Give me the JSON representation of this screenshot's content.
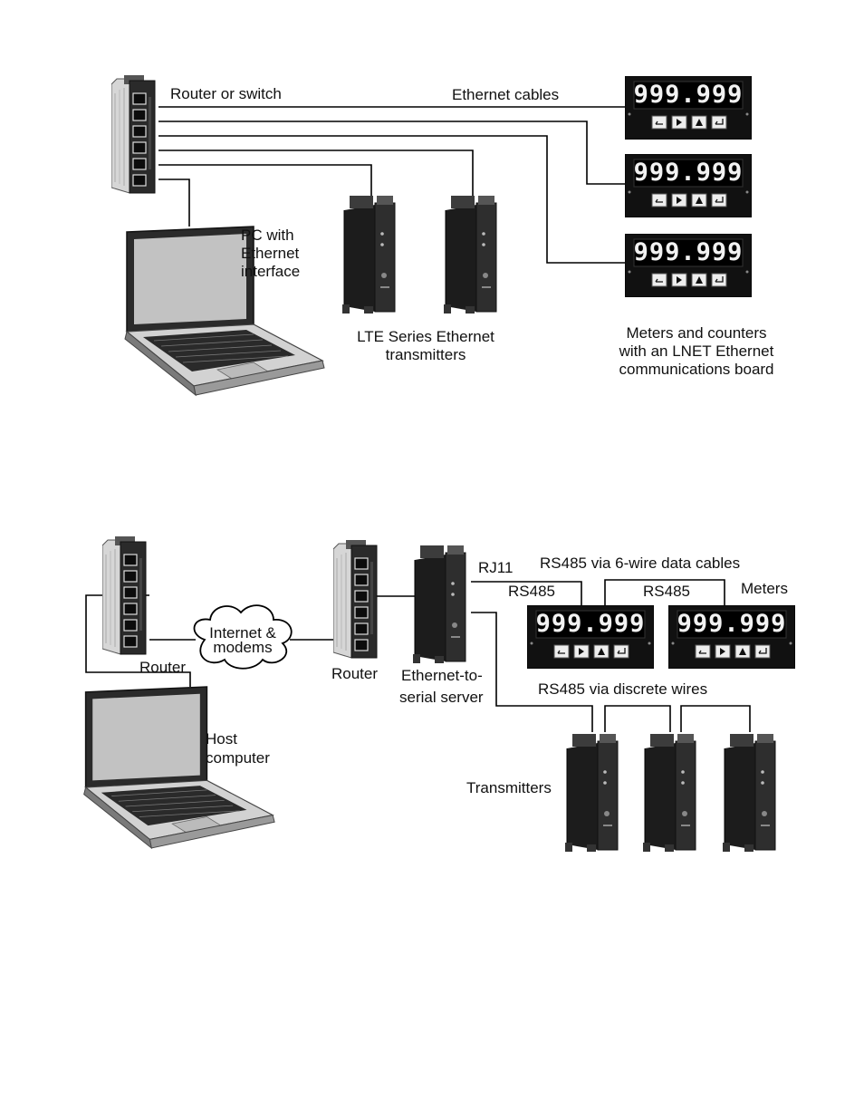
{
  "diagram1": {
    "router_label": "Router or switch",
    "cables_label": "Ethernet cables",
    "pc_label": [
      "PC with",
      "Ethernet",
      "interface"
    ],
    "transmitters_label": [
      "LTE Series Ethernet",
      "transmitters"
    ],
    "meters_label": [
      "Meters and counters",
      "with an LNET Ethernet",
      "communications board"
    ],
    "meter_display": "999.999"
  },
  "diagram2": {
    "router_left_label": "Router",
    "cloud_label": [
      "Internet &",
      "modems"
    ],
    "router_right_label": "Router",
    "server_label": [
      "Ethernet-to-",
      "serial server"
    ],
    "rj11_label": "RJ11",
    "data_cables_label": "RS485 via 6-wire data cables",
    "rs485_label_1": "RS485",
    "rs485_label_2": "RS485",
    "meters_label": "Meters",
    "discrete_label": "RS485 via discrete wires",
    "host_label": [
      "Host",
      "computer"
    ],
    "transmitters_label": "Transmitters",
    "meter_display": "999.999"
  },
  "colors": {
    "device_dark": "#222222",
    "device_light": "#d8d8d8",
    "meter_face": "#111111",
    "wire": "#000000"
  }
}
